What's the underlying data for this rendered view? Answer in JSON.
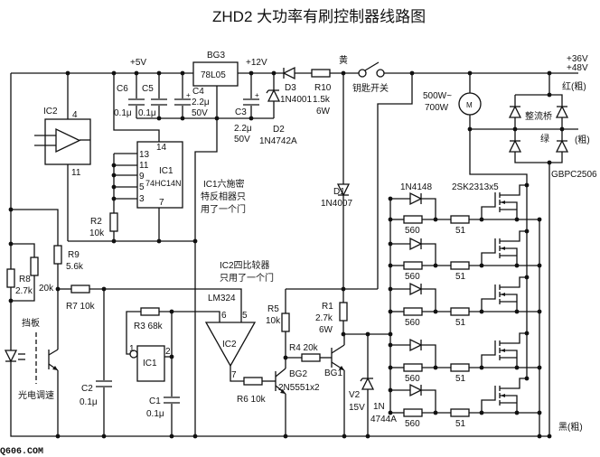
{
  "title": "ZHD2 大功率有刷控制器线路图",
  "watermark": "Q606.COM",
  "colors": {
    "ink": "#111111",
    "background": "#ffffff"
  },
  "rails": {
    "v5": "+5V",
    "v12": "+12V",
    "v36": "+36V",
    "v48": "+48V"
  },
  "regulator": {
    "ref": "BG3",
    "part": "78L05"
  },
  "c6": {
    "ref": "C6",
    "value": "0.1μ"
  },
  "c5": {
    "ref": "C5",
    "value": "0.1μ"
  },
  "c4": {
    "ref": "C4",
    "value": "2.2μ",
    "voltage": "50V"
  },
  "c3": {
    "ref": "C3",
    "value": "2.2μ",
    "voltage": "50V"
  },
  "d3": {
    "ref": "D3",
    "part": "1N4001"
  },
  "d2": {
    "ref": "D2",
    "part": "1N4742A"
  },
  "r10": {
    "ref": "R10",
    "value": "1.5k",
    "power": "6W"
  },
  "yellow": "黄",
  "key_switch": "钥匙开关",
  "motor": {
    "symbol": "M",
    "power1": "500W~",
    "power2": "700W"
  },
  "bridge": {
    "label": "整流桥",
    "green": "绿",
    "thick": "(粗)",
    "red": "红(粗)",
    "part": "GBPC2506"
  },
  "black": "黑(粗)",
  "ic2_block": {
    "ref": "IC2",
    "pin4": "4",
    "pin11": "11"
  },
  "ic1_block": {
    "ref": "IC1",
    "part": "74HC14N",
    "pin14": "14",
    "pin13": "13",
    "pin11": "11",
    "pin9": "9",
    "pin5": "5",
    "pin3": "3",
    "pin7": "7"
  },
  "note_ic1": [
    "IC1六施密",
    "特反相器只",
    "用了一个门"
  ],
  "r2": {
    "ref": "R2",
    "value": "10k"
  },
  "d1": {
    "ref": "D1",
    "part": "1N4007"
  },
  "mosfet": {
    "diode": "1N4148",
    "part": "2SK2313x5",
    "r_gate1": "560",
    "r_gate2": "51"
  },
  "r9": {
    "ref": "R9",
    "value": "5.6k"
  },
  "r8": {
    "ref": "R8",
    "value": "2.7k"
  },
  "pot": "20k",
  "r7": "R7  10k",
  "baffle": "挡板",
  "photo_speed": "光电调速",
  "c2": {
    "ref": "C2",
    "value": "0.1μ"
  },
  "c1": {
    "ref": "C1",
    "value": "0.1μ"
  },
  "r3": "R3  68k",
  "ic1_gate": {
    "ref": "IC1",
    "pin1": "1",
    "pin2": "2"
  },
  "note_ic2": [
    "IC2四比较器",
    "只用了一个门"
  ],
  "opamp": {
    "part": "LM324",
    "ref": "IC2",
    "pin6": "6",
    "pin5": "5",
    "pin7": "7"
  },
  "r6": "R6  10k",
  "r5": {
    "ref": "R5",
    "value": "10k"
  },
  "r4": "R4  20k",
  "bg2": {
    "ref": "BG2",
    "part": "2N5551x2"
  },
  "bg1": "BG1",
  "r1": {
    "ref": "R1",
    "value": "2.7k",
    "power": "6W"
  },
  "v2": {
    "ref": "V2",
    "voltage": "15V",
    "part1": "1N",
    "part2": "4744A"
  }
}
